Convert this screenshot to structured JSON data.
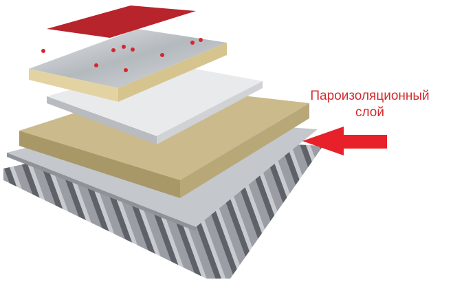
{
  "label": {
    "line1": "Пароизоляционный",
    "line2": "слой"
  },
  "colors": {
    "accent_red": "#e8202a",
    "membrane": "#b8242c",
    "mineral_wool": "#c9b88a",
    "foil": "#c8ccd0",
    "deck": "#8a8e94"
  },
  "layers": [
    "roof-membrane",
    "foil-insulation-board",
    "white-insulation-board",
    "mineral-wool",
    "vapor-barrier",
    "profiled-deck"
  ]
}
